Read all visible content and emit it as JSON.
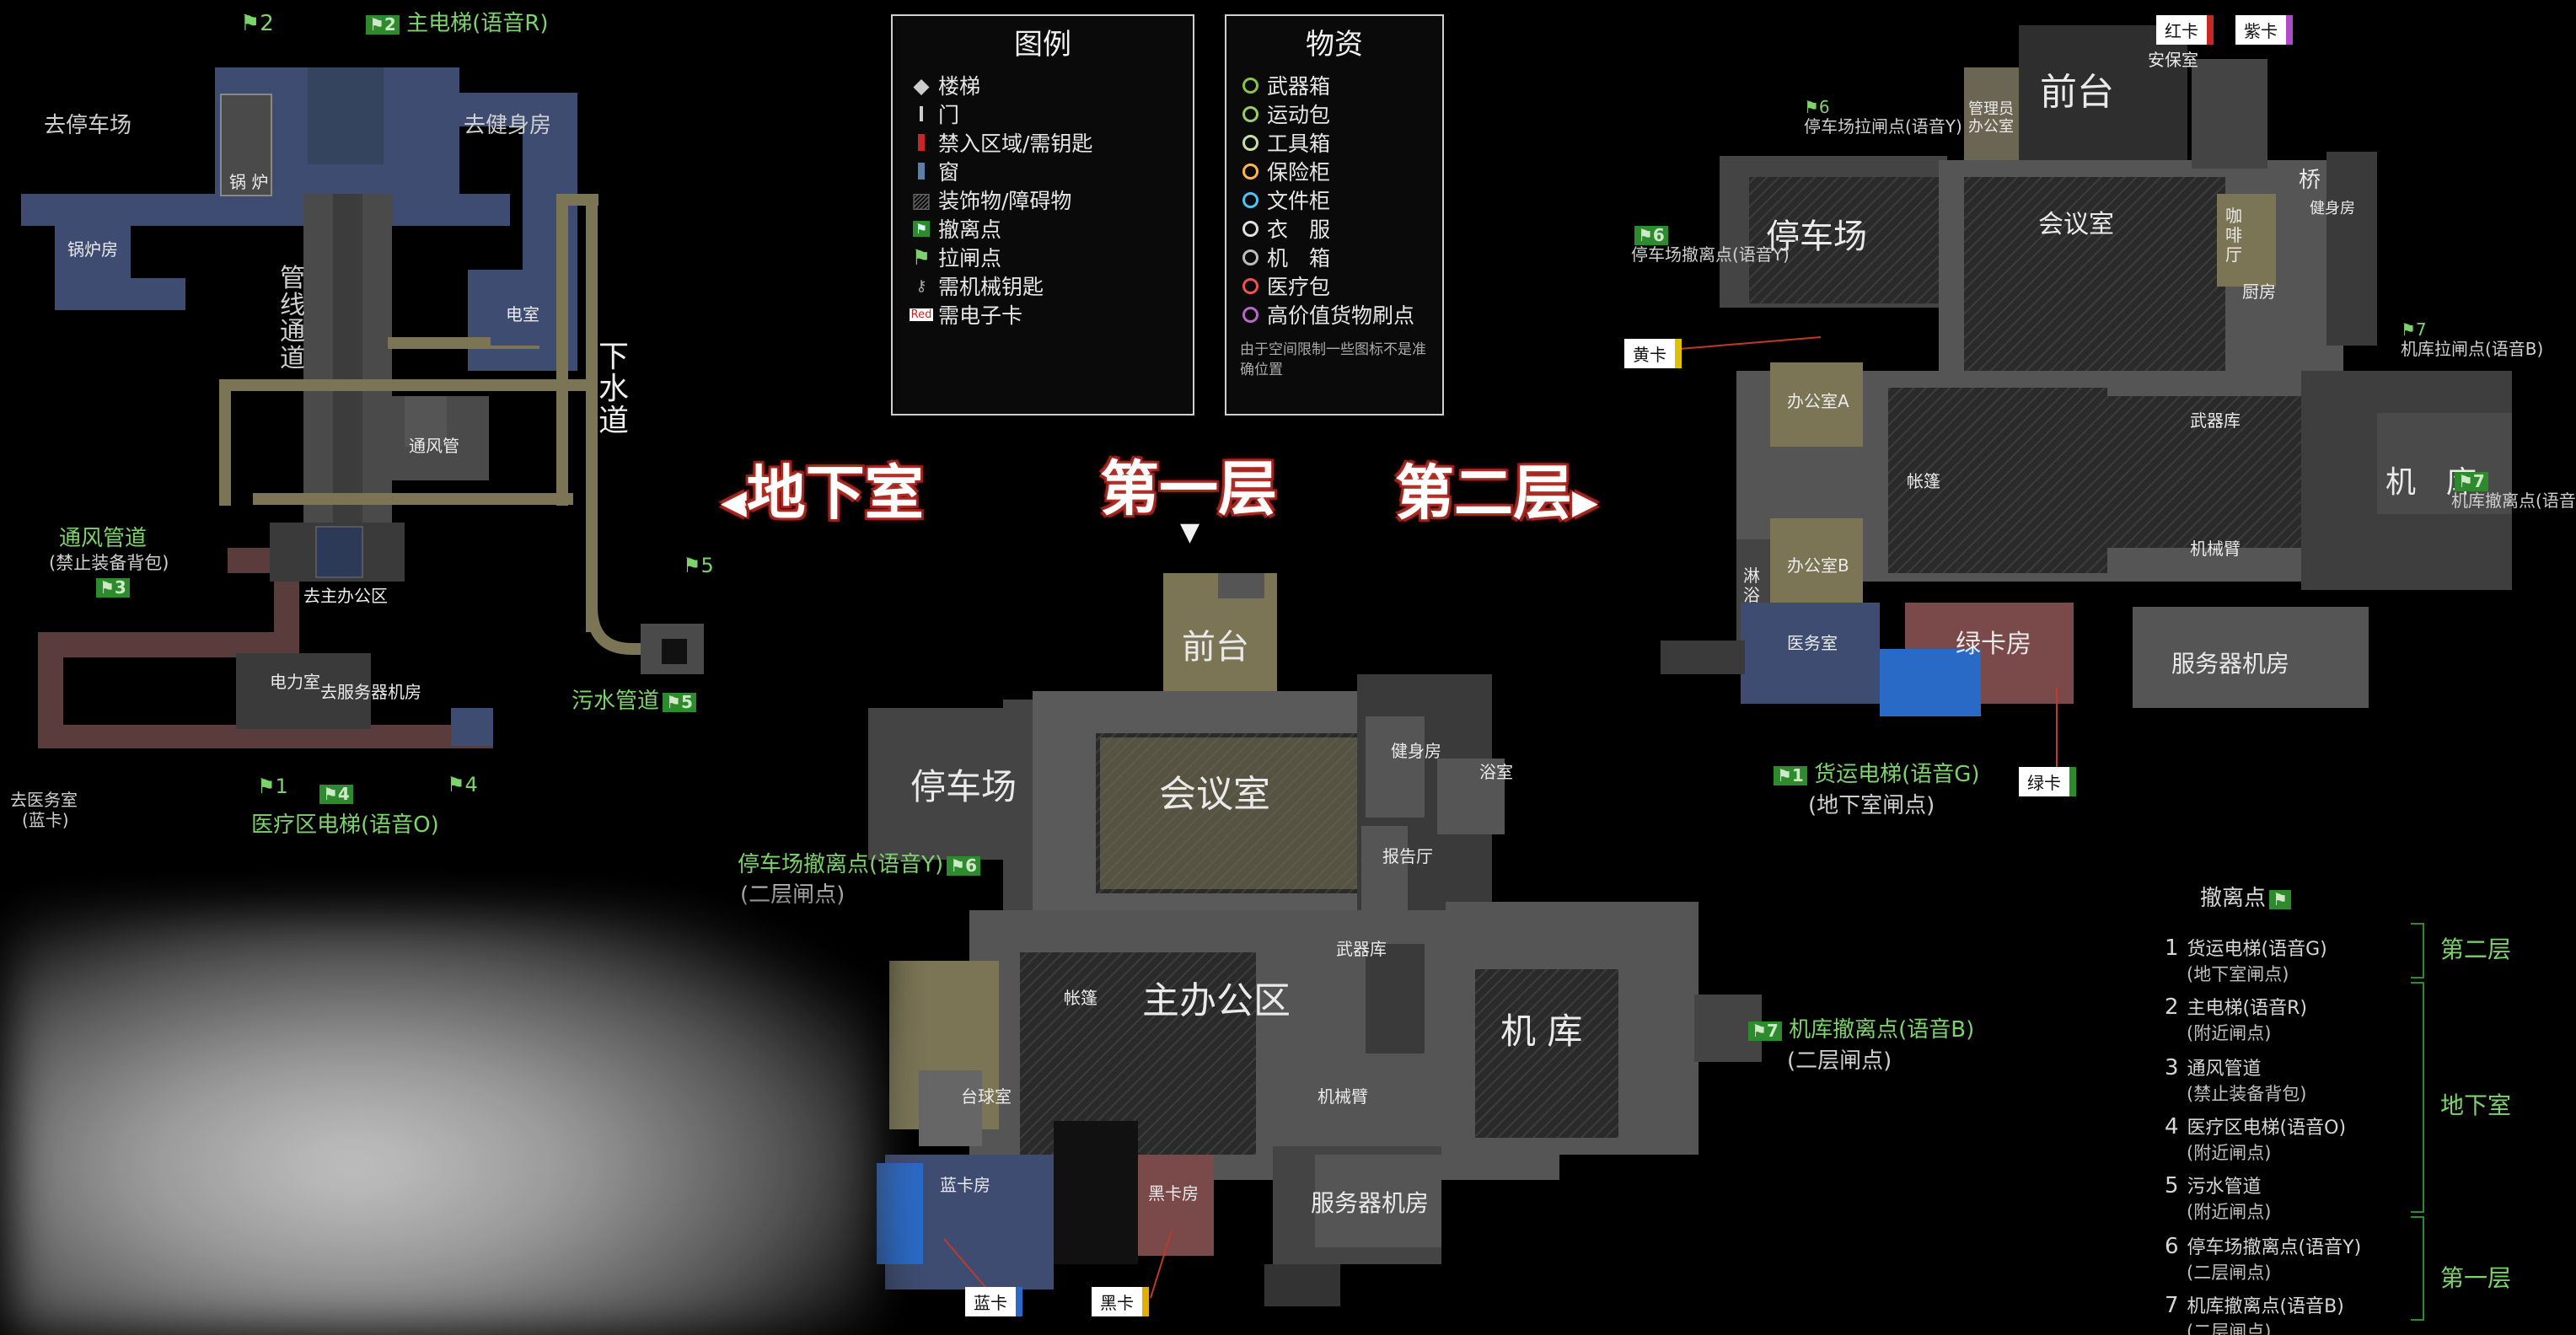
{
  "floor_titles": {
    "basement": "地下室",
    "first": "第一层",
    "second": "第二层"
  },
  "legend": {
    "title": "图例",
    "items": [
      {
        "icon": "stairs-icon",
        "label": "楼梯"
      },
      {
        "icon": "door-icon",
        "label": "门"
      },
      {
        "icon": "restricted-icon",
        "label": "禁入区域/需钥匙"
      },
      {
        "icon": "window-icon",
        "label": "窗"
      },
      {
        "icon": "obstacle-icon",
        "label": "装饰物/障碍物"
      },
      {
        "icon": "extract-icon",
        "label": "撤离点"
      },
      {
        "icon": "switch-extract-icon",
        "label": "拉闸点"
      },
      {
        "icon": "mech-key-icon",
        "label": "需机械钥匙"
      },
      {
        "icon": "card-icon",
        "label": "需电子卡"
      }
    ]
  },
  "supplies": {
    "title": "物资",
    "note": "由于空间限制一些图标不是准确位置",
    "items": [
      {
        "label": "武器箱",
        "color": "#8bc34a"
      },
      {
        "label": "运动包",
        "color": "#9ccc65"
      },
      {
        "label": "工具箱",
        "color": "#c5e1a5"
      },
      {
        "label": "保险柜",
        "color": "#ffb74d"
      },
      {
        "label": "文件柜",
        "color": "#4fc3f7"
      },
      {
        "label": "衣　服",
        "color": "#e0e0e0"
      },
      {
        "label": "机　箱",
        "color": "#bdbdbd"
      },
      {
        "label": "医疗包",
        "color": "#ef5350"
      },
      {
        "label": "高价值货物刷点",
        "color": "#ba68c8"
      }
    ]
  },
  "basement": {
    "labels": {
      "parking": "去停车场",
      "gym": "去健身房",
      "boiler": "锅 炉",
      "boiler_room": "锅炉房",
      "pipe": "管\n线\n通\n道",
      "sewer": "下\n水\n道",
      "electric": "电室",
      "vent": "通风管",
      "to_main_office": "去主办公区",
      "power_room": "电力室",
      "to_server": "去服务器机房",
      "to_medical": "去医务室",
      "blue_card": "(蓝卡)",
      "vent_duct": "通风管道",
      "vent_duct_note": "(禁止装备背包)",
      "main_elevator": "主电梯(语音R)",
      "medical_elevator": "医疗区电梯(语音O)",
      "sewer_pipe": "污水管道"
    },
    "markers": [
      "2",
      "2",
      "3",
      "1",
      "4",
      "4",
      "5",
      "5"
    ]
  },
  "first": {
    "labels": {
      "front": "前台",
      "parking": "停车场",
      "meeting": "会议室",
      "gym": "健身房",
      "bath": "浴室",
      "report": "报告厅",
      "main_office": "主办公区",
      "tent": "帐篷",
      "armory": "武器库",
      "hangar": "机 库",
      "mech_arm": "机械臂",
      "billiard": "台球室",
      "blue_room": "蓝卡房",
      "black_room": "黑卡房",
      "server": "服务器机房",
      "parking_extract": "停车场撤离点(语音Y)",
      "parking_extract_note": "(二层闸点)",
      "hangar_extract": "机库撤离点(语音B)",
      "hangar_extract_note": "(二层闸点)",
      "blue_card": "蓝卡",
      "black_card": "黑卡"
    }
  },
  "second": {
    "labels": {
      "front": "前台",
      "mgr_office": "管理员办公室",
      "security": "安保室",
      "parking": "停车场",
      "meeting": "会议室",
      "cafe": "咖啡厅",
      "kitchen": "厨房",
      "gym": "健身房",
      "bridge": "桥",
      "office_a": "办公室A",
      "office_b": "办公室B",
      "tent": "帐篷",
      "armory": "武器库",
      "mech_arm": "机械臂",
      "hangar": "机　库",
      "shower": "淋浴",
      "medical": "医务室",
      "green_room": "绿卡房",
      "server": "服务器机房",
      "parking_switch": "停车场拉闸点(语音Y)",
      "parking_extract": "停车场撤离点(语音Y)",
      "hangar_switch": "机库拉闸点(语音B)",
      "hangar_extract": "机库撤离点(语音B)",
      "cargo_elevator": "货运电梯(语音G)",
      "cargo_note": "(地下室闸点)",
      "red_card": "红卡",
      "purple_card": "紫卡",
      "yellow_card": "黄卡",
      "green_card": "绿卡"
    }
  },
  "extract_list": {
    "title": "撤离点",
    "items": [
      {
        "num": "1",
        "name": "货运电梯(语音G)",
        "sub": "(地下室闸点)"
      },
      {
        "num": "2",
        "name": "主电梯(语音R)",
        "sub": "(附近闸点)"
      },
      {
        "num": "3",
        "name": "通风管道",
        "sub": "(禁止装备背包)"
      },
      {
        "num": "4",
        "name": "医疗区电梯(语音O)",
        "sub": "(附近闸点)"
      },
      {
        "num": "5",
        "name": "污水管道",
        "sub": "(附近闸点)"
      },
      {
        "num": "6",
        "name": "停车场撤离点(语音Y)",
        "sub": "(二层闸点)"
      },
      {
        "num": "7",
        "name": "机库撤离点(语音B)",
        "sub": "(二层闸点)"
      }
    ],
    "groups": [
      "第二层",
      "地下室",
      "第一层"
    ]
  }
}
